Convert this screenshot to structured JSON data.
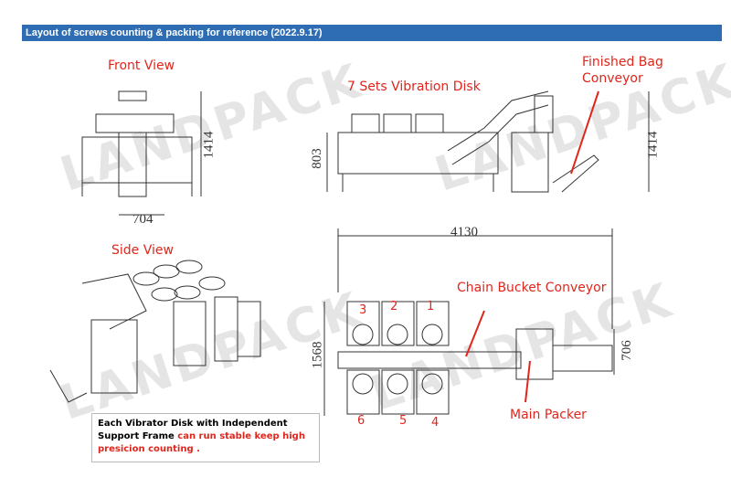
{
  "header": {
    "title": "Layout of screws counting & packing  for reference (2022.9.17)",
    "color": "#2e6db4"
  },
  "labels": {
    "front_view": "Front View",
    "vibration_disk": "7 Sets Vibration Disk",
    "finished_bag_conveyor": "Finished Bag\nConveyor",
    "finished_bag_line1": "Finished Bag",
    "finished_bag_line2": "Conveyor",
    "side_view": "Side View",
    "chain_bucket_conveyor": "Chain Bucket Conveyor",
    "main_packer": "Main Packer"
  },
  "dimensions": {
    "front_height": "1414",
    "front_width": "704",
    "side_height_left": "803",
    "side_height_right": "1414",
    "top_length": "4130",
    "top_width": "1568",
    "packer_width": "706"
  },
  "disk_numbers": [
    "1",
    "2",
    "3",
    "4",
    "5",
    "6"
  ],
  "note": {
    "black": "Each Vibrator Disk with Independent Support Frame ",
    "red": "can run stable keep high presicion counting ."
  },
  "watermark": "LANDPACK"
}
